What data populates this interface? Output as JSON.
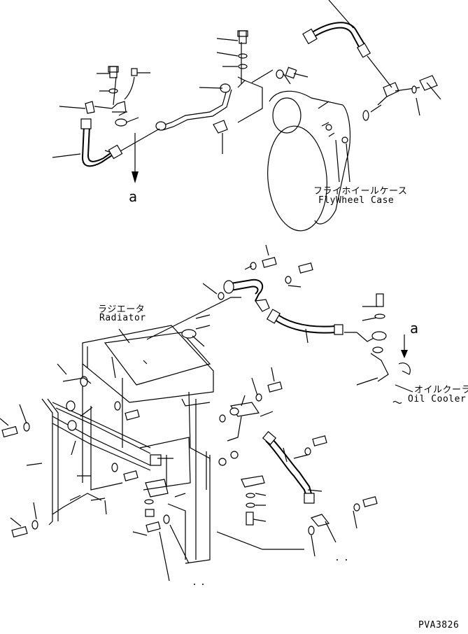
{
  "labels": {
    "flywheel_jp": "フライホイールケース",
    "flywheel_en": "FlyWheel Case",
    "radiator_jp": "ラジエータ",
    "radiator_en": "Radiator",
    "oilcooler_jp": "オイルクーラ",
    "oilcooler_en": "Oil Cooler",
    "ref_a_top": "a",
    "ref_a_right": "a",
    "drawing_code": "PVA3826"
  }
}
